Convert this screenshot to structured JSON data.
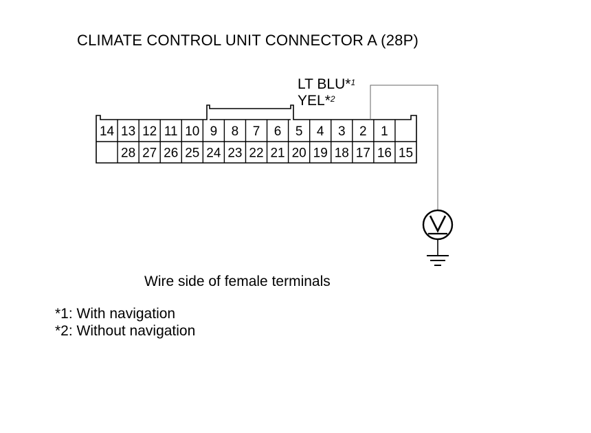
{
  "title": "CLIMATE CONTROL UNIT CONNECTOR A (28P)",
  "wire_labels": [
    {
      "text": "LT BLU*",
      "sup": "1"
    },
    {
      "text": "YEL*",
      "sup": "2"
    }
  ],
  "connector": {
    "top_row": [
      "14",
      "13",
      "12",
      "11",
      "10",
      "9",
      "8",
      "7",
      "6",
      "5",
      "4",
      "3",
      "2",
      "1",
      ""
    ],
    "bottom_row": [
      "",
      "28",
      "27",
      "26",
      "25",
      "24",
      "23",
      "22",
      "21",
      "20",
      "19",
      "18",
      "17",
      "16",
      "15"
    ]
  },
  "meter_symbol": "V",
  "caption": "Wire side of female terminals",
  "notes": [
    "*1: With navigation",
    "*2: Without navigation"
  ]
}
